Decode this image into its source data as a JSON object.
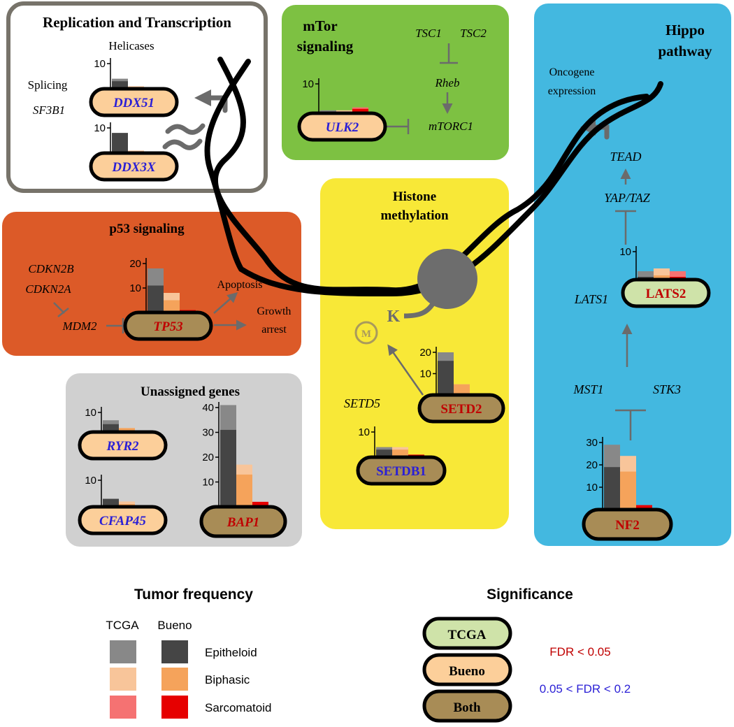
{
  "panels": {
    "replication": {
      "title": "Replication and Transcription",
      "helicases": "Helicases",
      "splicing": "Splicing",
      "sf3b1": "SF3B1"
    },
    "mtor": {
      "title_line1": "mTor",
      "title_line2": "signaling",
      "tsc1": "TSC1",
      "tsc2": "TSC2",
      "rheb": "Rheb",
      "mtorc1": "mTORC1"
    },
    "hippo": {
      "title_line1": "Hippo",
      "title_line2": "pathway",
      "oncogene_line1": "Oncogene",
      "oncogene_line2": "expression",
      "tead": "TEAD",
      "yap_taz": "YAP/TAZ",
      "lats1": "LATS1",
      "mst1": "MST1",
      "stk3": "STK3"
    },
    "histone": {
      "title_line1": "Histone",
      "title_line2": "methylation",
      "setd5": "SETD5",
      "k": "K",
      "m": "M"
    },
    "p53": {
      "title": "p53 signaling",
      "cdkn2b": "CDKN2B",
      "cdkn2a": "CDKN2A",
      "mdm2": "MDM2",
      "apoptosis": "Apoptosis",
      "growth_line1": "Growth",
      "growth_line2": "arrest"
    },
    "unassigned": {
      "title": "Unassigned genes"
    }
  },
  "colors": {
    "replication_bg": "#ffffff",
    "replication_border": "#77736a",
    "mtor_bg": "#7dc142",
    "hippo_bg": "#43b8e0",
    "histone_bg": "#f8e837",
    "p53_bg": "#dc5a28",
    "unassigned_bg": "#d0d0d0",
    "tcga_pill": "#cfe3a9",
    "bueno_pill": "#fccf9a",
    "both_pill": "#a88c56",
    "fdr_sig": "#c00000",
    "fdr_weak": "#2a1fd6",
    "epi_bueno": "#454545",
    "bi_bueno": "#f5a35b",
    "sarc_bueno": "#e60000",
    "epi_tcga": "#888888",
    "bi_tcga": "#f8c59a",
    "sarc_tcga": "#f57272"
  },
  "genes": [
    {
      "id": "DDX51",
      "label": "DDX51",
      "style": "bueno",
      "fdr": "weak",
      "tick": "10",
      "ymax": 10,
      "values": {
        "bueno": [
          3,
          0.5,
          0
        ],
        "tcga": [
          4,
          1,
          0
        ]
      }
    },
    {
      "id": "DDX3X",
      "label": "DDX3X",
      "style": "bueno",
      "fdr": "weak",
      "tick": "10",
      "ymax": 10,
      "values": {
        "bueno": [
          8,
          0.5,
          0
        ],
        "tcga": [
          8,
          1,
          0
        ]
      }
    },
    {
      "id": "ULK2",
      "label": "ULK2",
      "style": "bueno",
      "fdr": "weak",
      "tick": "10",
      "ymax": 10,
      "values": {
        "bueno": [
          0.5,
          0.5,
          1.5
        ],
        "tcga": [
          1,
          1,
          2
        ]
      }
    },
    {
      "id": "TP53",
      "label": "TP53",
      "style": "both",
      "fdr": "sig",
      "tick": "20,10",
      "ymax": 20,
      "values": {
        "bueno": [
          11,
          5,
          1
        ],
        "tcga": [
          18,
          8,
          1
        ]
      }
    },
    {
      "id": "SETD2",
      "label": "SETD2",
      "style": "both",
      "fdr": "sig",
      "tick": "20,10",
      "ymax": 20,
      "values": {
        "bueno": [
          16,
          5,
          0
        ],
        "tcga": [
          20,
          5,
          0
        ]
      }
    },
    {
      "id": "SETDB1",
      "label": "SETDB1",
      "style": "both",
      "fdr": "weak",
      "tick": "10",
      "ymax": 10,
      "values": {
        "bueno": [
          3,
          3,
          1
        ],
        "tcga": [
          4,
          4,
          1
        ]
      }
    },
    {
      "id": "LATS2",
      "label": "LATS2",
      "style": "tcga",
      "fdr": "sig",
      "tick": "10",
      "ymax": 10,
      "values": {
        "bueno": [
          1,
          1.5,
          1
        ],
        "tcga": [
          3,
          4,
          3
        ]
      }
    },
    {
      "id": "NF2",
      "label": "NF2",
      "style": "both",
      "fdr": "sig",
      "tick": "30,20,10",
      "ymax": 30,
      "values": {
        "bueno": [
          19,
          17,
          2
        ],
        "tcga": [
          29,
          24,
          2
        ]
      }
    },
    {
      "id": "RYR2",
      "label": "RYR2",
      "style": "bueno",
      "fdr": "weak",
      "tick": "10",
      "ymax": 10,
      "values": {
        "bueno": [
          4,
          2,
          0
        ],
        "tcga": [
          6,
          2,
          0
        ]
      }
    },
    {
      "id": "CFAP45",
      "label": "CFAP45",
      "style": "bueno",
      "fdr": "weak",
      "tick": "10",
      "ymax": 10,
      "values": {
        "bueno": [
          3,
          1,
          0
        ],
        "tcga": [
          3,
          2,
          0
        ]
      }
    },
    {
      "id": "BAP1",
      "label": "BAP1",
      "style": "both",
      "fdr": "sig",
      "tick": "40,30,20,10",
      "ymax": 40,
      "values": {
        "bueno": [
          31,
          13,
          2
        ],
        "tcga": [
          41,
          17,
          2
        ]
      }
    }
  ],
  "legend": {
    "freq_title": "Tumor frequency",
    "tcga_col": "TCGA",
    "bueno_col": "Bueno",
    "rows": [
      "Epitheloid",
      "Biphasic",
      "Sarcomatoid"
    ],
    "sig_title": "Significance",
    "pills": [
      "TCGA",
      "Bueno",
      "Both"
    ],
    "fdr_sig": "FDR < 0.05",
    "fdr_weak": "0.05 < FDR < 0.2"
  }
}
